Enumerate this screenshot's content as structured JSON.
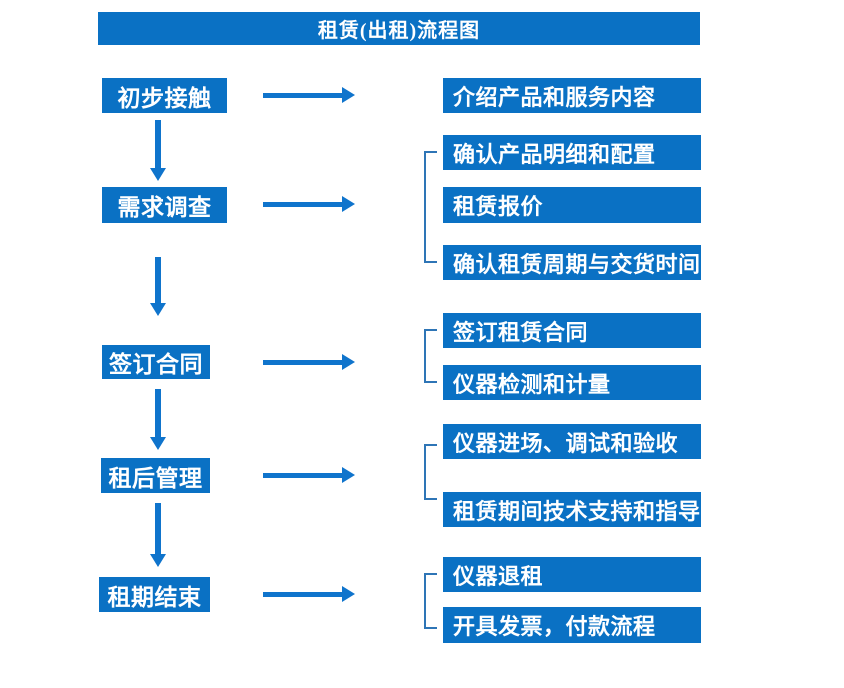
{
  "title": "租赁(出租)流程图",
  "colors": {
    "box_blue": "#0a71c4",
    "arrow_blue": "#0f74cc",
    "bracket_blue": "#2E75B6",
    "text_white": "#ffffff"
  },
  "stages": [
    {
      "label": "初步接触",
      "details": [
        "介绍产品和服务内容"
      ]
    },
    {
      "label": "需求调查",
      "details": [
        "确认产品明细和配置",
        "租赁报价",
        "确认租赁周期与交货时间"
      ]
    },
    {
      "label": "签订合同",
      "details": [
        "签订租赁合同",
        "仪器检测和计量"
      ]
    },
    {
      "label": "租后管理",
      "details": [
        "仪器进场、调试和验收",
        "租赁期间技术支持和指导"
      ]
    },
    {
      "label": "租期结束",
      "details": [
        "仪器退租",
        "开具发票，付款流程"
      ]
    }
  ]
}
